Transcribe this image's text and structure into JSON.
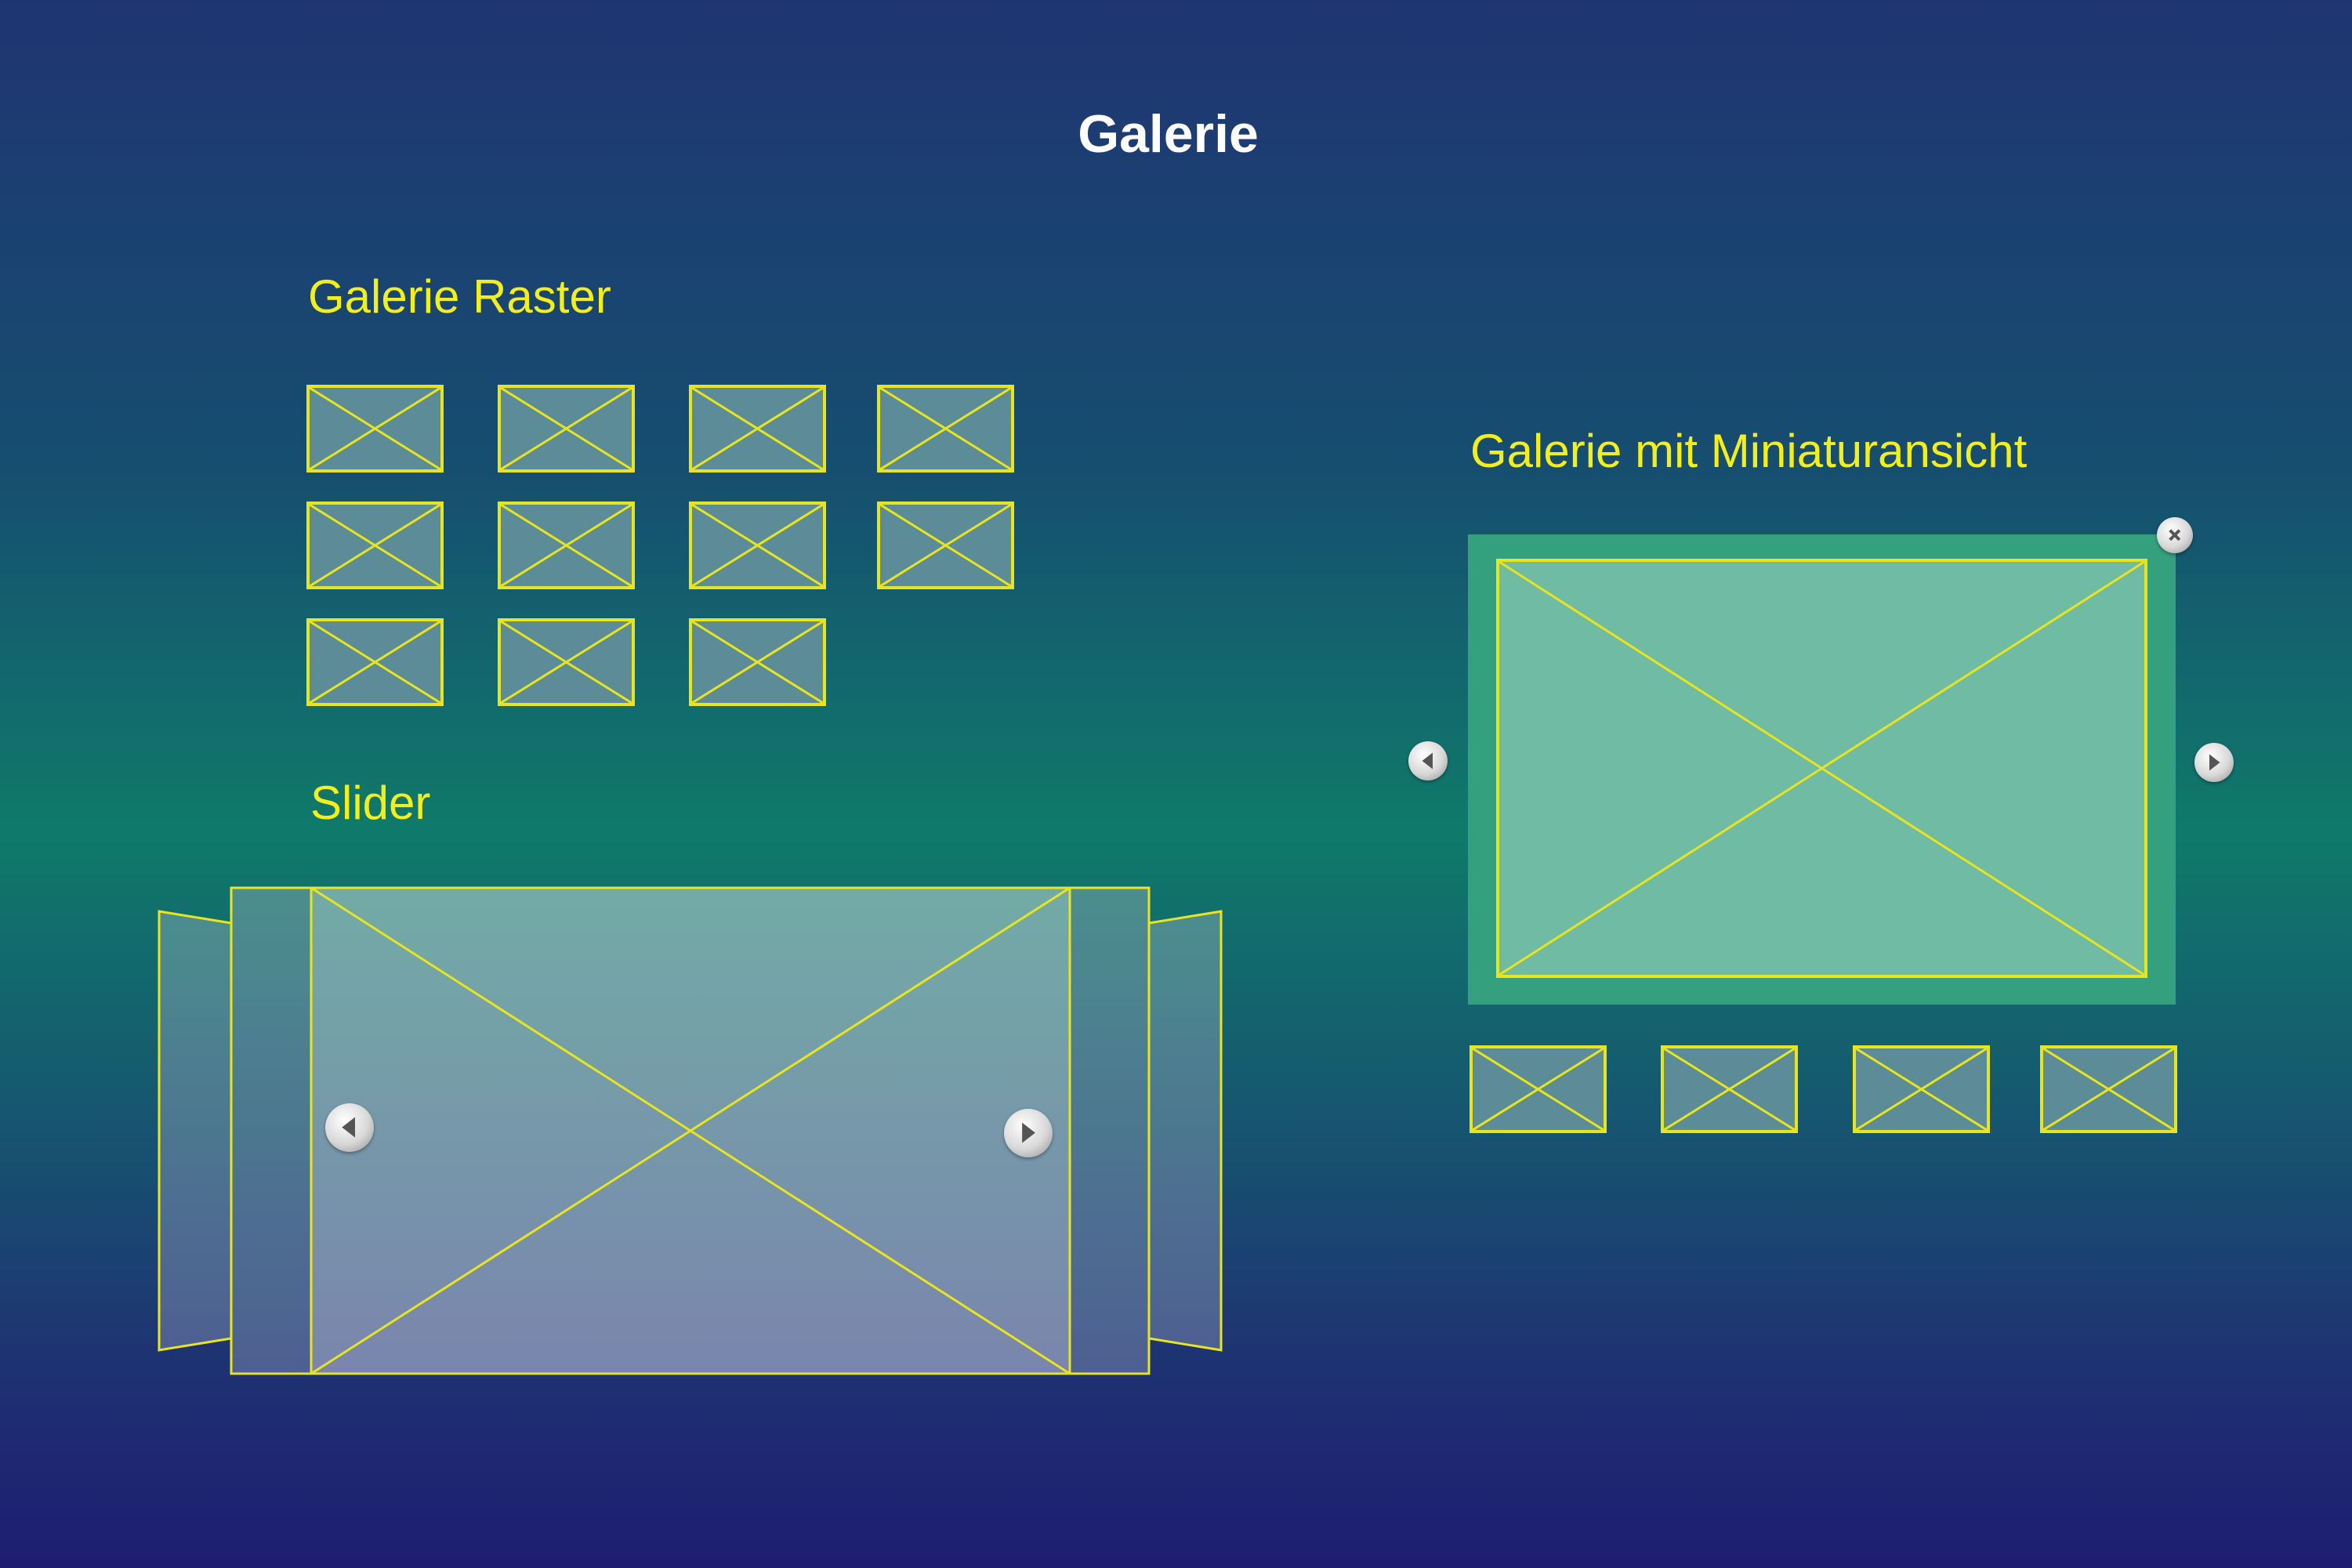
{
  "page": {
    "title": "Galerie"
  },
  "sections": {
    "raster": {
      "label": "Galerie Raster",
      "thumbnail_count": 11
    },
    "slider": {
      "label": "Slider"
    },
    "mini": {
      "label": "Galerie mit Miniaturansicht",
      "thumbnail_count": 4
    }
  },
  "icons": {
    "placeholder": "image-placeholder-icon",
    "prev": "chevron-left-icon",
    "next": "chevron-right-icon",
    "close": "close-icon"
  },
  "colors": {
    "accent": "#f4ee19",
    "title": "#ffffff",
    "placeholder_fill": "#5b8c98",
    "lightbox_frame": "#35a07e",
    "lightbox_image": "#6fbba3"
  }
}
